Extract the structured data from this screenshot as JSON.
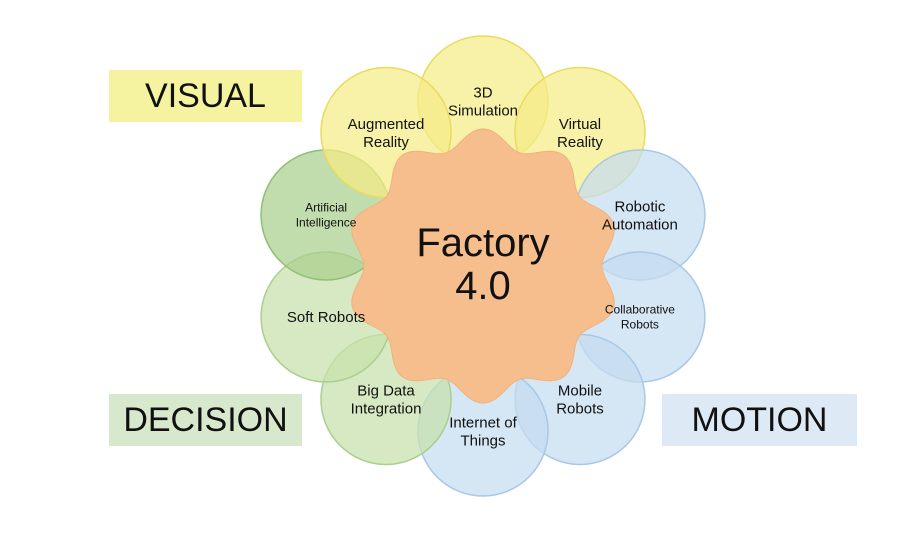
{
  "colors": {
    "background": "#ffffff",
    "center_fill": "#f7be8d",
    "visual": "#f5ec86",
    "decision_dark": "#a9cf8e",
    "decision_light": "#c8e0ac",
    "motion": "#c5dcf0",
    "category_visual_bg": "#f5f2a0",
    "category_decision_bg": "#d8e8cc",
    "category_motion_bg": "#dde9f5"
  },
  "center": {
    "title_line1": "Factory",
    "title_line2": "4.0"
  },
  "categories": {
    "visual": "VISUAL",
    "decision": "DECISION",
    "motion": "MOTION"
  },
  "nodes": [
    {
      "id": "3d-simulation",
      "lines": [
        "3D",
        "Simulation"
      ],
      "group": "visual"
    },
    {
      "id": "virtual-reality",
      "lines": [
        "Virtual",
        "Reality"
      ],
      "group": "visual"
    },
    {
      "id": "robotic-automation",
      "lines": [
        "Robotic",
        "Automation"
      ],
      "group": "motion"
    },
    {
      "id": "collaborative-robots",
      "lines": [
        "Collaborative",
        "Robots"
      ],
      "group": "motion"
    },
    {
      "id": "mobile-robots",
      "lines": [
        "Mobile",
        "Robots"
      ],
      "group": "motion"
    },
    {
      "id": "internet-of-things",
      "lines": [
        "Internet of",
        "Things"
      ],
      "group": "motion"
    },
    {
      "id": "big-data-integration",
      "lines": [
        "Big Data",
        "Integration"
      ],
      "group": "decision_light"
    },
    {
      "id": "soft-robots",
      "lines": [
        "Soft Robots"
      ],
      "group": "decision_light"
    },
    {
      "id": "artificial-intelligence",
      "lines": [
        "Artificial",
        "Intelligence"
      ],
      "group": "decision_dark"
    },
    {
      "id": "augmented-reality",
      "lines": [
        "Augmented",
        "Reality"
      ],
      "group": "visual"
    }
  ]
}
